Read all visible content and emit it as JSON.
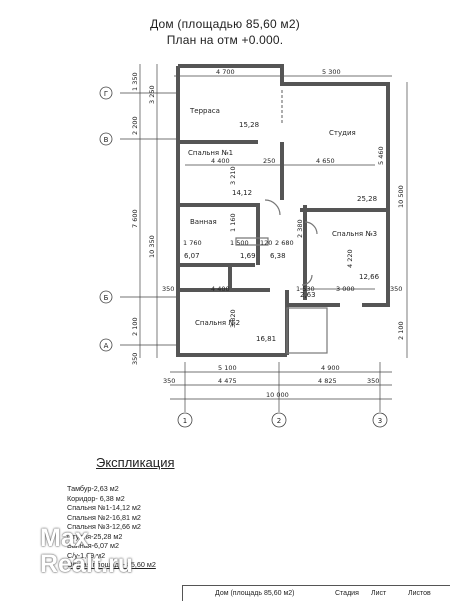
{
  "header": {
    "title": "Дом (площадью 85,60 м2)",
    "subtitle": "План на отм +0.000."
  },
  "rooms": {
    "terrace": "Терраса",
    "terrace_area": "15,28",
    "studio": "Студия",
    "studio_area": "25,28",
    "bedroom1": "Спальня №1",
    "bedroom1_area": "14,12",
    "bathroom": "Ванная",
    "bathroom_area": "6,07",
    "bedroom3": "Спальня №3",
    "bedroom3_area": "12,66",
    "bedroom2": "Спальня №2",
    "bedroom2_area": "16,81",
    "corridor_area": "6,38",
    "vestibule_area": "2,63",
    "wc_area": "1,69"
  },
  "dims": {
    "top_left": "4 700",
    "top_right": "5 300",
    "d4400a": "4 400",
    "d250a": "250",
    "d4650": "4 650",
    "d1760": "1 760",
    "d1500": "1 500",
    "d120": "120",
    "d2680": "2 680",
    "d4400b": "4 400",
    "d1530": "1 530",
    "d3000": "3 000",
    "d350": "350",
    "b5100": "5 100",
    "b4900": "4 900",
    "b4475": "4 475",
    "b4825": "4 825",
    "b10000": "10 000",
    "l1350": "1 350",
    "l3250": "3 250",
    "l2200": "2 200",
    "l7600": "7 600",
    "l10350": "10 350",
    "l2100": "2 100",
    "l350": "350",
    "r5460": "5 460",
    "r10500": "10 500",
    "r4220": "4 220",
    "r2100": "2 100",
    "v3210": "3 210",
    "v3820": "3 820",
    "v2380": "2 380",
    "v1160": "1 160"
  },
  "axes": {
    "rows": [
      "Г",
      "В",
      "Б",
      "А"
    ],
    "cols": [
      "1",
      "2",
      "3"
    ]
  },
  "explication": {
    "title": "Экспликация",
    "lines": [
      "Тамбур-2,63 м2",
      "Коридор- 6,38 м2",
      "Спальня №1-14,12 м2",
      "Спальня №2-16,81 м2",
      "Спальня №3-12,66 м2",
      "Студия-25,28 м2",
      "Ванная-6,07 м2",
      "С/у-1,69 м2"
    ],
    "total": "Общая площадь- 85,60 м2"
  },
  "stamp": {
    "name": "Дом (площадь 85,60 м2)",
    "stage": "Стадия",
    "sheet": "Лист",
    "sheets": "Листов"
  },
  "watermark": {
    "line1": "Max",
    "line2": "Realt.ru"
  }
}
